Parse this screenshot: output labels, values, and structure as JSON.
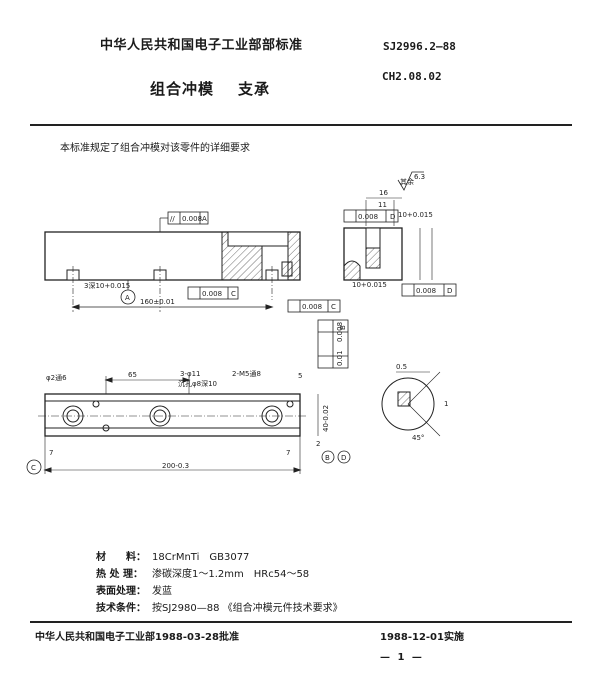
{
  "header": {
    "ministry": "中华人民共和国电子工业部部标准",
    "standard_number": "SJ2996.2—88",
    "title_left": "组合冲模",
    "title_right": "支承",
    "code": "CH2.08.02"
  },
  "intro": "本标准规定了组合冲模对该零件的详细要求",
  "drawing": {
    "surface_rest": "其余",
    "roughness_rest": "6.3",
    "tol_parallel_A": "0.008",
    "datum_A": "A",
    "tol_sym_D_top": "0.008",
    "datum_D": "D",
    "tol_sym_C": "0.008",
    "datum_C": "C",
    "tol_small_C": "0.008",
    "tol_sym_D_bottom": "0.008",
    "tol_parallel_B": "0.008",
    "datum_B": "B",
    "tol_perp_A": "0.01",
    "dim_160": "160±0.01",
    "dim_65": "65",
    "dim_200": "200-0.3",
    "dim_16": "16",
    "dim_11": "11",
    "dim_10a": "10+0.015",
    "dim_10b": "10+0.015",
    "dim_3": "3",
    "dim_7a": "7",
    "dim_7b": "7",
    "dim_5": "5",
    "dim_2": "2",
    "dim_40": "40-0.02",
    "dim_05": "0.5",
    "dim_45": "45°",
    "dim_1": "1",
    "label_phi2": "φ2通6",
    "label_3phi11": "3-φ11",
    "label_counterbore": "沉孔φ8深10",
    "label_2m5": "2-M5通8",
    "label_3deep": "3深10+0.015",
    "datum_circle_A": "A",
    "datum_circle_B": "B",
    "datum_circle_C": "C",
    "datum_circle_D": "D",
    "sec_mark": "A"
  },
  "specs": [
    {
      "label": "材　　料：",
      "value": "18CrMnTi　GB3077"
    },
    {
      "label": "热 处 理：",
      "value": "渗碳深度1～1.2mm　HRc54～58"
    },
    {
      "label": "表面处理：",
      "value": "发蓝"
    },
    {
      "label": "技术条件：",
      "value": "按SJ2980—88 《组合冲模元件技术要求》"
    }
  ],
  "footer": {
    "approved": "中华人民共和国电子工业部1988-03-28批准",
    "implemented": "1988-12-01实施",
    "page": "— 1 —"
  }
}
